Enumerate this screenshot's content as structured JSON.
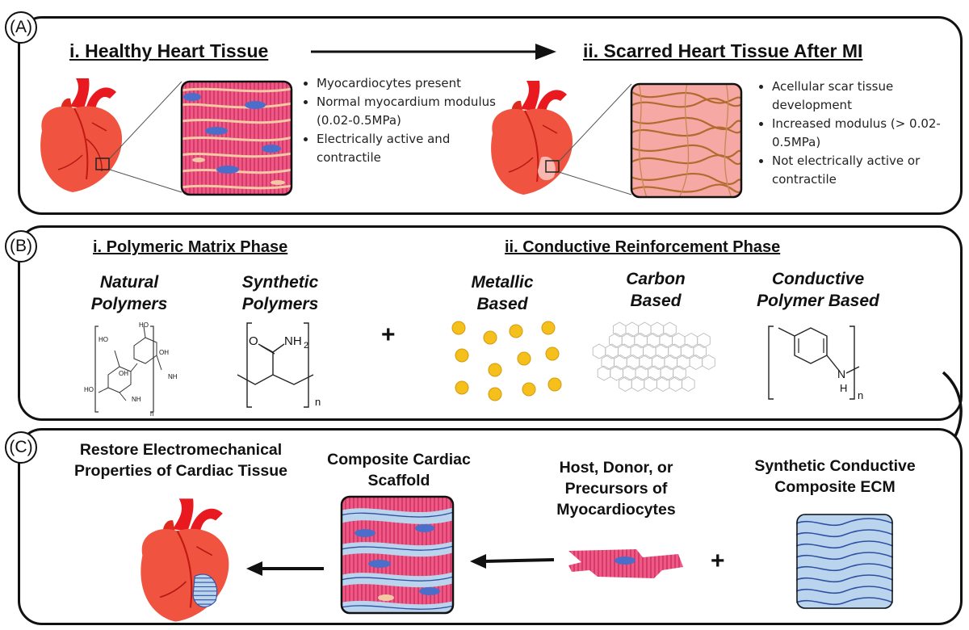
{
  "panels": {
    "a": {
      "label": "(A)"
    },
    "b": {
      "label": "(B)"
    },
    "c": {
      "label": "(C)"
    }
  },
  "panel_a": {
    "healthy_title": "i. Healthy Heart Tissue",
    "scarred_title": "ii. Scarred Heart Tissue After MI",
    "healthy_bullets": [
      "Myocardiocytes present",
      "Normal myocardium modulus (0.02-0.5MPa)",
      "Electrically active and contractile"
    ],
    "scarred_bullets": [
      "Acellular scar tissue development",
      "Increased modulus (> 0.02-0.5MPa)",
      "Not electrically active or contractile"
    ]
  },
  "panel_b": {
    "matrix_title": "i. Polymeric Matrix Phase",
    "reinforcement_title": "ii. Conductive Reinforcement Phase",
    "categories": {
      "natural": "Natural Polymers",
      "synthetic": "Synthetic Polymers",
      "metallic": "Metallic Based",
      "carbon": "Carbon Based",
      "conductive_polymer": "Conductive Polymer Based"
    },
    "plus": "+",
    "chem": {
      "ho": "HO",
      "oh": "OH",
      "o": "O",
      "nh2": "NH2",
      "n": "n",
      "h": "H",
      "nletter": "N",
      "nh2_main": "NH",
      "sub2": "2"
    }
  },
  "panel_c": {
    "restore": "Restore Electromechanical Properties of Cardiac Tissue",
    "scaffold": "Composite Cardiac Scaffold",
    "host": "Host, Donor, or Precursors of Myocardiocytes",
    "ecm": "Synthetic Conductive Composite ECM",
    "plus": "+"
  },
  "colors": {
    "heart_red": "#f0533f",
    "heart_dark": "#dd2a1c",
    "vessel_red": "#e8191f",
    "muscle_pink": "#ee5a86",
    "fiber_tan": "#f2c9a4",
    "nucleus_blue": "#4a6ec9",
    "scar_pink": "#f6a9a4",
    "scar_brown": "#b36a2f",
    "gold": "#f5c01b",
    "ecm_blue": "#b9d4ec",
    "ecm_line": "#2f4fa2"
  }
}
